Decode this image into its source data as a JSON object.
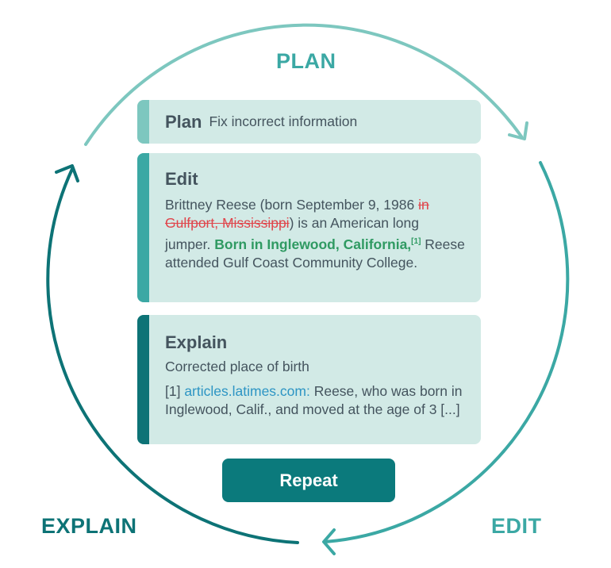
{
  "colors": {
    "plan": "#7dc7bf",
    "edit": "#3ba8a4",
    "explain": "#0d7376",
    "card_bg": "#d2eae6",
    "text": "#44545e",
    "deleted": "#e0454b",
    "inserted": "#2f9a62",
    "link": "#2d95c4",
    "button": "#0b7a7c"
  },
  "stages": {
    "plan": "PLAN",
    "edit": "EDIT",
    "explain": "EXPLAIN"
  },
  "plan_card": {
    "title": "Plan",
    "text": "Fix incorrect information"
  },
  "edit_card": {
    "title": "Edit",
    "text_1": "Brittney Reese (born September 9, 1986 ",
    "deleted": "in Gulfport, Mississippi",
    "text_2": ") is an American long jumper. ",
    "inserted": "Born in Inglewood, California,",
    "citation": "[1]",
    "text_3": " Reese attended Gulf Coast Community College."
  },
  "explain_card": {
    "title": "Explain",
    "summary": "Corrected place of birth",
    "ref_num": "[1] ",
    "ref_link": "articles.latimes.com:",
    "ref_quote": " Reese, who was born in Inglewood, Calif., and moved at the age of 3 [...]"
  },
  "repeat_button": {
    "label": "Repeat"
  }
}
